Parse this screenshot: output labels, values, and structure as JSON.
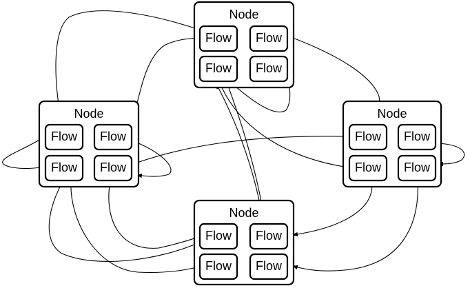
{
  "diagram": {
    "nodes": [
      {
        "id": "top",
        "label": "Node",
        "flows": [
          "Flow",
          "Flow",
          "Flow",
          "Flow"
        ]
      },
      {
        "id": "left",
        "label": "Node",
        "flows": [
          "Flow",
          "Flow",
          "Flow",
          "Flow"
        ]
      },
      {
        "id": "right",
        "label": "Node",
        "flows": [
          "Flow",
          "Flow",
          "Flow",
          "Flow"
        ]
      },
      {
        "id": "bottom",
        "label": "Node",
        "flows": [
          "Flow",
          "Flow",
          "Flow",
          "Flow"
        ]
      }
    ],
    "stroke_color": "#000000",
    "background_color": "#ffffff"
  }
}
